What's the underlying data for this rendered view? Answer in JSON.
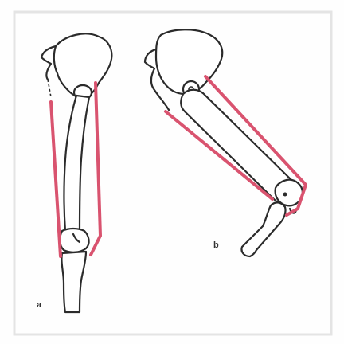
{
  "figure": {
    "muscle_color": "#d9536f",
    "bone_color": "#2b2b2b",
    "frame_color": "#e4e4e4",
    "panels": [
      {
        "id": "a",
        "label": "a"
      },
      {
        "id": "b",
        "label": "b"
      }
    ]
  }
}
